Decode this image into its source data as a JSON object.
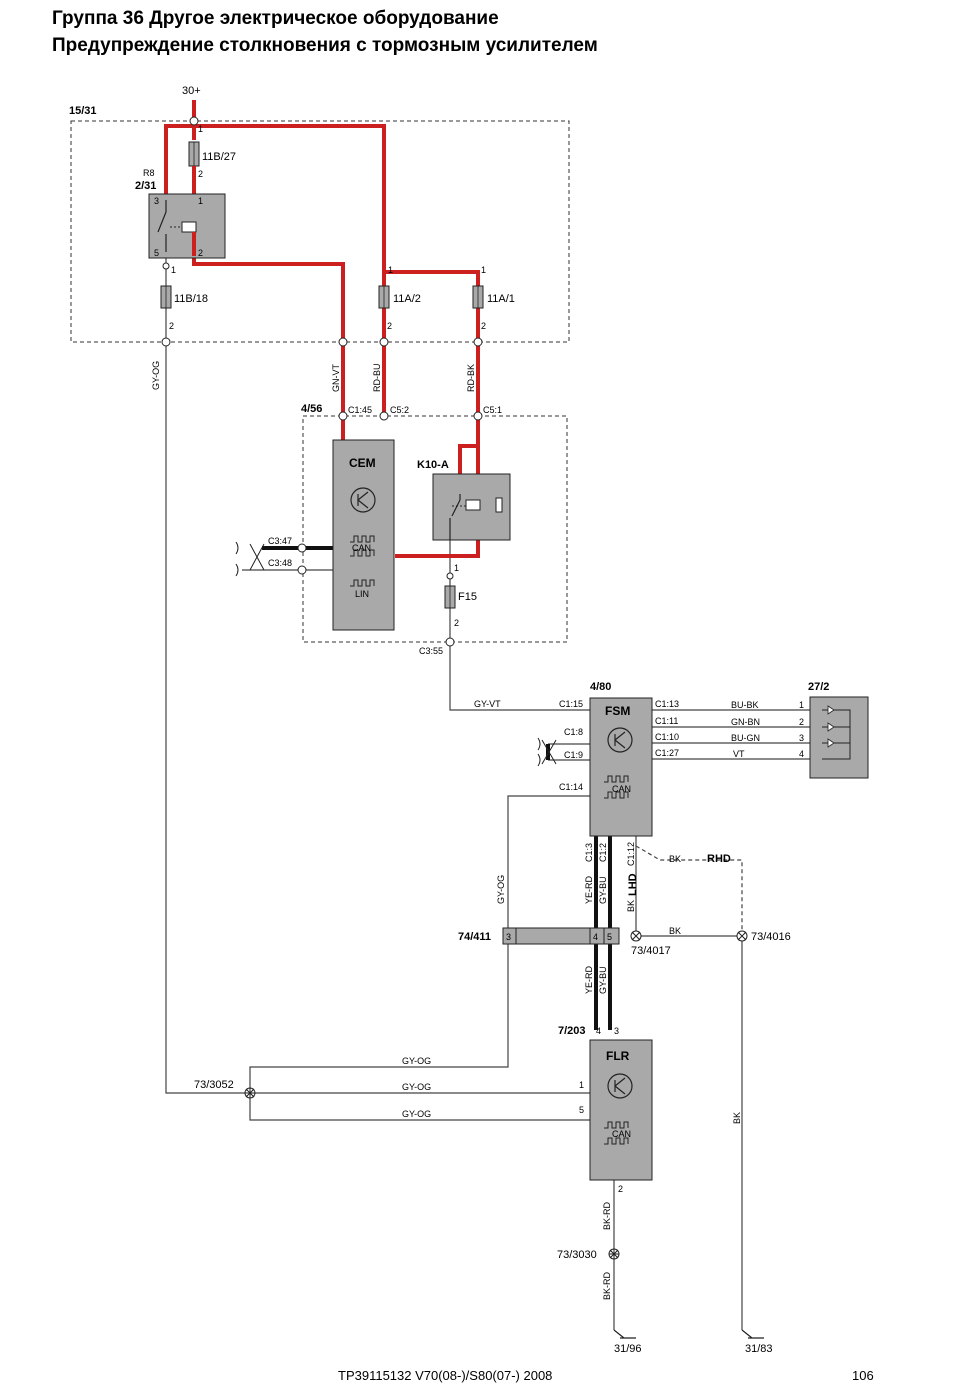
{
  "header": {
    "line1": "Группа 36 Другое электрическое оборудование",
    "line2": "Предупреждение столкновения с тормозным усилителем"
  },
  "footer": {
    "doc": "TP39115132 V70(08-)/S80(07-) 2008",
    "page": "106"
  },
  "colors": {
    "power": "#cc1f1f",
    "wire": "#444444",
    "module": "#a9a9a9",
    "frame": "#333333"
  },
  "supply": {
    "label": "30+"
  },
  "central_box": {
    "ref": "15/31",
    "relay_name": "R8",
    "relay_ref": "2/31",
    "fuses": [
      {
        "name": "11B/27",
        "pins": [
          "1",
          "2"
        ]
      },
      {
        "name": "11B/18",
        "pins": [
          "1",
          "2"
        ]
      },
      {
        "name": "11A/2",
        "pins": [
          "1",
          "2"
        ]
      },
      {
        "name": "11A/1",
        "pins": [
          "1",
          "2"
        ]
      }
    ],
    "relay_pins": [
      "3",
      "1",
      "5",
      "2"
    ]
  },
  "wires": {
    "gy_og": "GY-OG",
    "gn_vt": "GN-VT",
    "rd_bu": "RD-BU",
    "rd_bk": "RD-BK",
    "gy_vt": "GY-VT",
    "bu_bk": "BU-BK",
    "gn_bn": "GN-BN",
    "bu_gn": "BU-GN",
    "vt": "VT",
    "ye_rd": "YE-RD",
    "gy_bu": "GY-BU",
    "bk": "BK",
    "bk_rd": "BK-RD"
  },
  "cem": {
    "ref": "4/56",
    "name": "CEM",
    "can": "CAN",
    "lin": "LIN",
    "connectors": {
      "c145": "C1:45",
      "c52": "C5:2",
      "c51": "C5:1",
      "c347": "C3:47",
      "c348": "C3:48",
      "c355": "C3:55"
    },
    "relay": "K10-A",
    "fuse": "F15",
    "fuse_pins": [
      "1",
      "2"
    ]
  },
  "fsm": {
    "ref": "4/80",
    "name": "FSM",
    "can": "CAN",
    "left_connectors": [
      "C1:15",
      "C1:8",
      "C1:9",
      "C1:14"
    ],
    "right_connectors": [
      "C1:13",
      "C1:11",
      "C1:10",
      "C1:27"
    ],
    "bottom_connectors": [
      "C1:3",
      "C1:2",
      "C1:12"
    ]
  },
  "lamp": {
    "ref": "27/2",
    "pins": [
      "1",
      "2",
      "3",
      "4"
    ]
  },
  "variants": {
    "lhd": "LHD",
    "rhd": "RHD"
  },
  "connector_411": {
    "ref": "74/411",
    "pins": [
      "3",
      "4",
      "5"
    ]
  },
  "grounds": {
    "g4017": "73/4017",
    "g4016": "73/4016",
    "g3030": "73/3030",
    "g96": "31/96",
    "g83": "31/83"
  },
  "splice": {
    "ref": "73/3052"
  },
  "flr": {
    "ref": "7/203",
    "name": "FLR",
    "can": "CAN",
    "top_pins": [
      "4",
      "3"
    ],
    "left_pins": [
      "1",
      "5"
    ],
    "bottom_pin": "2"
  }
}
